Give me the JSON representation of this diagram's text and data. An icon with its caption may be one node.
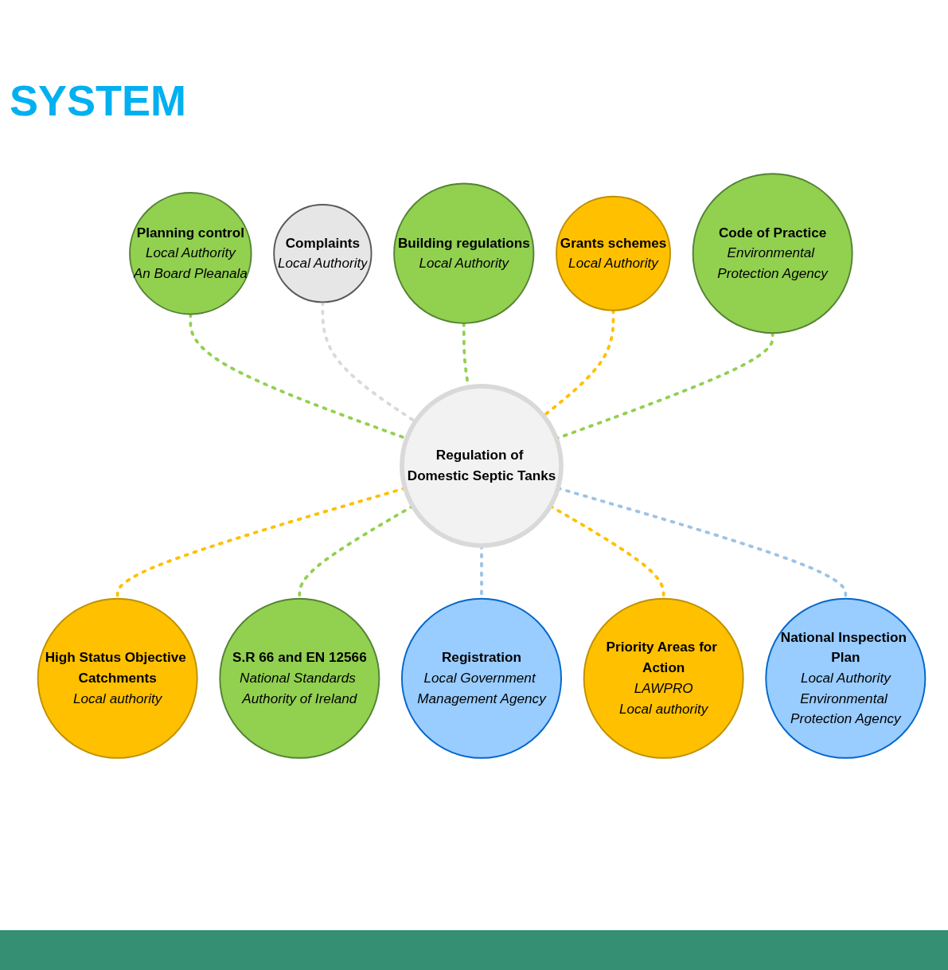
{
  "diagram": {
    "nodes": [
      {
        "text": [
          "Planning control",
          "Local Authority",
          "An Board Pleanala"
        ]
      },
      {
        "text": [
          "Complaints",
          "Local Authority"
        ]
      },
      {
        "text": [
          "Building regulations",
          "Local Authority"
        ]
      },
      {
        "text": [
          "Grants schemes",
          "Local Authority"
        ]
      },
      {
        "text": [
          "Code of Practice",
          "Environmental Protection Agency"
        ]
      },
      {
        "text": [
          "Regulation of Domestic Septic Tanks"
        ]
      },
      {
        "text": [
          "High Status Objective Catchments",
          "Local authority"
        ]
      },
      {
        "text": [
          "S.R 66 and EN 12566",
          "National Standards Authority of Ireland"
        ]
      },
      {
        "text": [
          "Registration",
          "Local Government Management Agency"
        ]
      },
      {
        "text": [
          "Priority Areas for Action",
          "LAWPRO",
          "Local authority"
        ]
      },
      {
        "text": [
          "National Inspection Plan",
          "Local Authority",
          "Environmental Protection Agency"
        ]
      }
    ],
    "edges": [
      {
        "from": 0,
        "to": 5,
        "arrow": "none",
        "style": "dashed"
      },
      {
        "from": 1,
        "to": 5,
        "arrow": "none",
        "style": "dashed",
        "color": "#d9d9d9"
      },
      {
        "from": 2,
        "to": 5,
        "arrow": "none",
        "style": "dashed"
      },
      {
        "from": 3,
        "to": 5,
        "arrow": "none",
        "style": "dashed",
        "color": "#ffc000"
      },
      {
        "from": 4,
        "to": 5,
        "arrow": "none",
        "style": "dashed"
      },
      {
        "from": 5,
        "to": 6,
        "arrow": "none",
        "style": "dashed",
        "color": "#ffc000"
      },
      {
        "from": 5,
        "to": 7,
        "arrow": "none",
        "style": "dashed"
      },
      {
        "from": 5,
        "to": 8,
        "arrow": "none",
        "style": "dashed",
        "color": "#9dc3e6"
      },
      {
        "from": 5,
        "to": 9,
        "arrow": "none",
        "style": "dashed",
        "color": "#ffc000"
      },
      {
        "from": 5,
        "to": 10,
        "arrow": "none",
        "style": "dashed",
        "color": "#9dc3e6"
      }
    ],
    "labels": [
      "SYSTEM"
    ]
  }
}
